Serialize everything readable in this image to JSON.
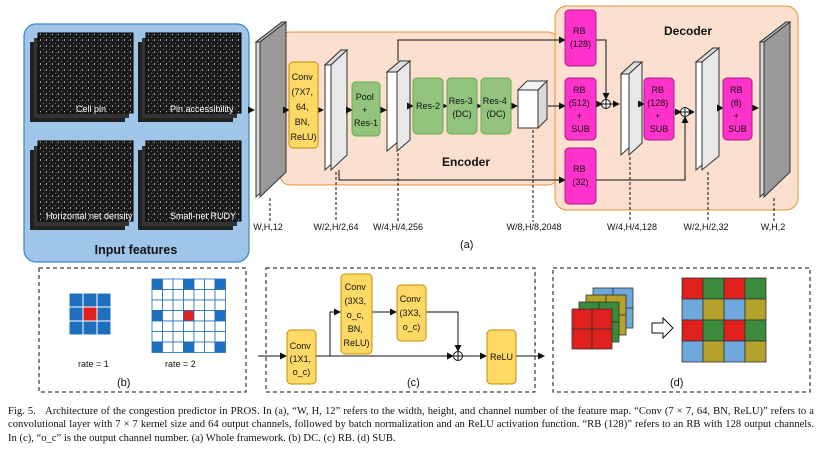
{
  "figure": {
    "input_panel": {
      "title": "Input features",
      "tiles": [
        "Cell pin",
        "Pin accessibility",
        "Horizontal net density",
        "Small-net RUDY"
      ]
    },
    "encoder_label": "Encoder",
    "decoder_label": "Decoder",
    "blocks": {
      "conv7": [
        "Conv",
        "(7X7,",
        "64,",
        "BN,",
        "ReLU)"
      ],
      "pool": [
        "Pool",
        "+",
        "Res-1"
      ],
      "res2": [
        "Res-2"
      ],
      "res3": [
        "Res-3",
        "(DC)"
      ],
      "res4": [
        "Res-4",
        "(DC)"
      ],
      "rb128_top": [
        "RB",
        "(128)"
      ],
      "rb512": [
        "RB",
        "(512)",
        "+",
        "SUB"
      ],
      "rb32": [
        "RB",
        "(32)"
      ],
      "rb128_sub": [
        "RB",
        "(128)",
        "+",
        "SUB"
      ],
      "rb8": [
        "RB",
        "(8)",
        "+",
        "SUB"
      ]
    },
    "dims": [
      "W,H,12",
      "W/2,H/2,64",
      "W/4,H/4,256",
      "W/8,H/8,2048",
      "W/4,H/4,128",
      "W/2,H/2,32",
      "W,H,2"
    ],
    "panel_a_label": "(a)",
    "panel_b": {
      "rate1": "rate = 1",
      "rate2": "rate = 2",
      "label": "(b)"
    },
    "panel_c": {
      "conv1": [
        "Conv",
        "(1X1,",
        "o_c)"
      ],
      "conv3a": [
        "Conv",
        "(3X3,",
        "o_c,",
        "BN,",
        "ReLU)"
      ],
      "conv3b": [
        "Conv",
        "(3X3,",
        "o_c)"
      ],
      "relu": "ReLU",
      "label": "(c)"
    },
    "panel_d_label": "(d)",
    "colors": {
      "conv": "#ffd966",
      "res": "#93c47d",
      "rb": "#ff33cc",
      "encoder_bg": "#fbe0cf",
      "input_bg": "#9fc5e8",
      "grid_blue": "#1f6fbf",
      "grid_red": "#e0201c"
    }
  },
  "caption": {
    "fig": "Fig. 5.",
    "text": "Architecture of the congestion predictor in PROS. In (a), “W, H, 12” refers to the width, height, and channel number of the feature map. “Conv (7 × 7, 64, BN, ReLU)” refers to a convolutional layer with 7 × 7 kernel size and 64 output channels, followed by batch normalization and an ReLU activation function. “RB (128)” refers to an RB with 128 output channels. In (c), “o_c” is the output channel number. (a) Whole framework. (b) DC. (c) RB. (d) SUB."
  }
}
